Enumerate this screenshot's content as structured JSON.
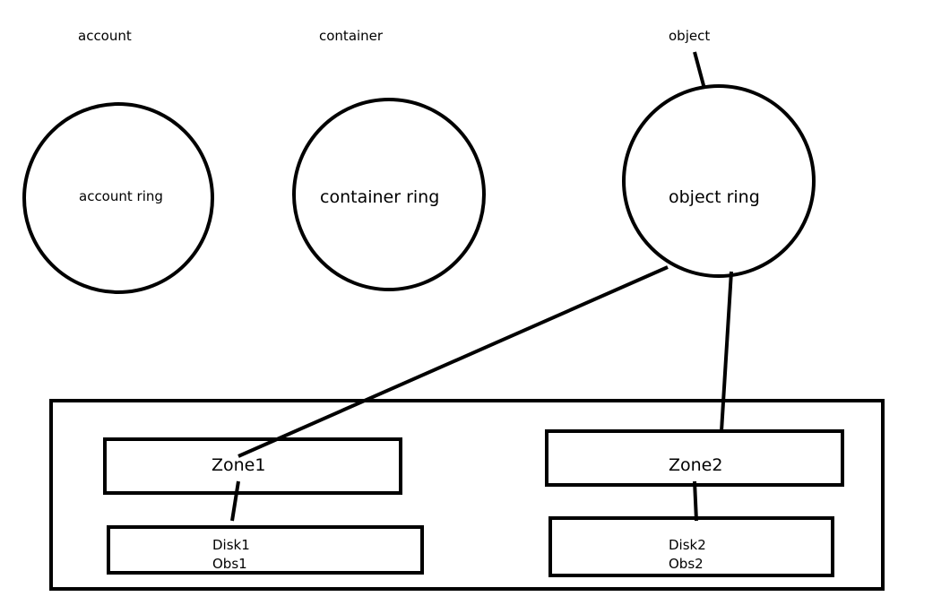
{
  "labels": {
    "account": "account",
    "container": "container",
    "object": "object"
  },
  "rings": {
    "account": "account ring",
    "container": "container ring",
    "object": "object ring"
  },
  "zones": {
    "zone1": "Zone1",
    "zone2": "Zone2"
  },
  "devices": {
    "device1": {
      "disk": "Disk1",
      "obs": "Obs1"
    },
    "device2": {
      "disk": "Disk2",
      "obs": "Obs2"
    }
  }
}
